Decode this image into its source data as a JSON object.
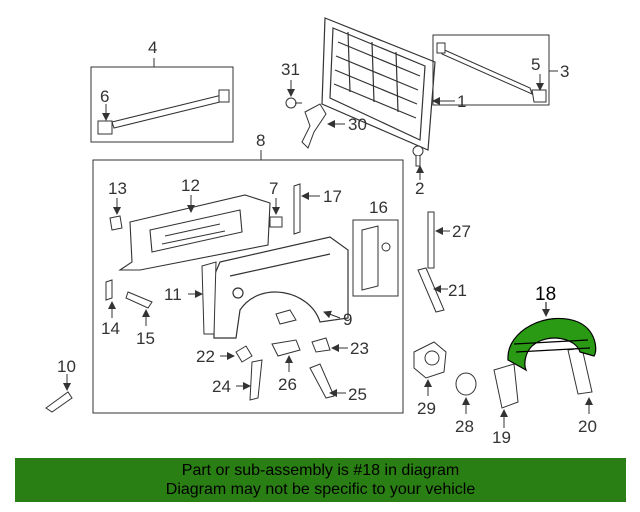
{
  "diagram": {
    "highlight_part": "18",
    "highlight_color": "#2a9a14",
    "callouts": [
      "1",
      "2",
      "3",
      "4",
      "5",
      "6",
      "7",
      "8",
      "9",
      "10",
      "11",
      "12",
      "13",
      "14",
      "15",
      "16",
      "17",
      "18",
      "19",
      "20",
      "21",
      "22",
      "23",
      "24",
      "25",
      "26",
      "27",
      "28",
      "29",
      "30",
      "31"
    ]
  },
  "banner": {
    "line1": "Part or sub-assembly is #18 in diagram",
    "line2": "Diagram may not be specific to your vehicle",
    "background": "#2a7f14"
  }
}
